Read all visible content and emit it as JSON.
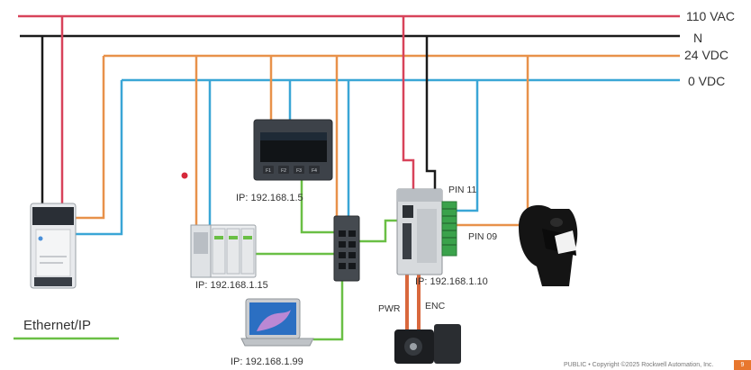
{
  "rails": {
    "vac": "110 VAC",
    "neutral": "N",
    "vdc24": "24 VDC",
    "vdc0": "0 VDC"
  },
  "devices": {
    "hmi_ip": "IP: 192.168.1.5",
    "plc_ip": "IP: 192.168.1.15",
    "laptop_ip": "IP: 192.168.1.99",
    "drive_ip": "IP: 192.168.1.10"
  },
  "drive_pins": {
    "pin11": "PIN 11",
    "pin09": "PIN 09",
    "pwr": "PWR",
    "enc": "ENC"
  },
  "hmi_keys": [
    "F1",
    "F2",
    "F3",
    "F4"
  ],
  "legend": {
    "ethernet_label": "Ethernet/IP",
    "ethernet_color": "#6abf45"
  },
  "footer": {
    "copyright": "PUBLIC • Copyright ©2025 Rockwell Automation, Inc.",
    "page": "9"
  },
  "colors": {
    "vac": "#d8435a",
    "neutral": "#1a1a1a",
    "vdc24": "#e8914a",
    "vdc0": "#3aa6d6",
    "ethernet": "#6abf45"
  }
}
